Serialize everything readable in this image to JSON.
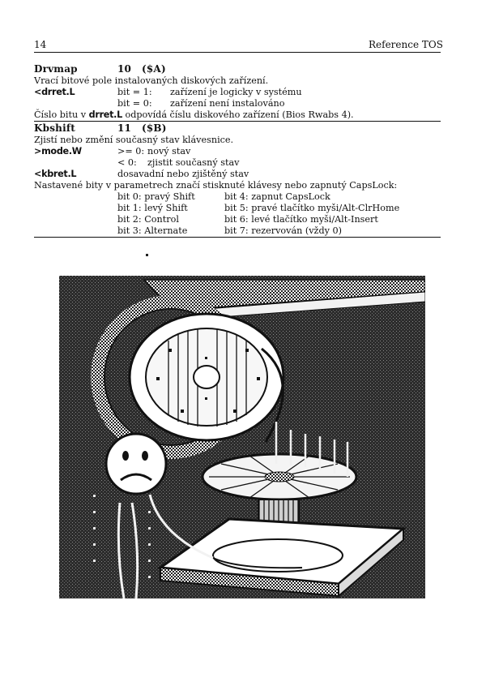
{
  "header": {
    "page_number": "14",
    "running_title": "Reference TOS"
  },
  "drvmap": {
    "name": "Drvmap",
    "code": "10",
    "hex": "($A)",
    "description": "Vrací bitové pole instalovaných diskových zařízení.",
    "param": "<drret.L",
    "rows": [
      {
        "cond": "bit = 1:",
        "text": "zařízení je logicky v systému"
      },
      {
        "cond": "bit = 0:",
        "text": "zařízení není instalováno"
      }
    ],
    "footer_pre": "Číslo bitu v",
    "footer_code": "drret.L",
    "footer_post": "odpovídá číslu diskového zařízení (Bios Rwabs 4)."
  },
  "kbshift": {
    "name": "Kbshift",
    "code": "11",
    "hex": "($B)",
    "description": "Zjistí nebo změní současný stav klávesnice.",
    "param_mode": ">mode.W",
    "mode_rows": [
      {
        "cond": ">= 0:",
        "text": "nový stav"
      },
      {
        "cond": "< 0:",
        "text": "zjistit současný stav"
      }
    ],
    "param_ret": "<kbret.L",
    "ret_text": "dosavadní nebo zjištěný stav",
    "bits_intro": "Nastavené bity v parametrech značí stisknuté klávesy nebo zapnutý CapsLock:",
    "bits_left": [
      "bit 0:  pravý Shift",
      "bit 1:  levý Shift",
      "bit 2:  Control",
      "bit 3:  Alternate"
    ],
    "bits_right": [
      "bit 4:  zapnut CapsLock",
      "bit 5:  pravé tlačítko myši/Alt-ClrHome",
      "bit 6:  levé tlačítko myši/Alt-Insert",
      "bit 7:  rezervován (vždy 0)"
    ]
  },
  "illustration": {
    "subject": "sad-face-computer-disk-drive-illustration"
  }
}
